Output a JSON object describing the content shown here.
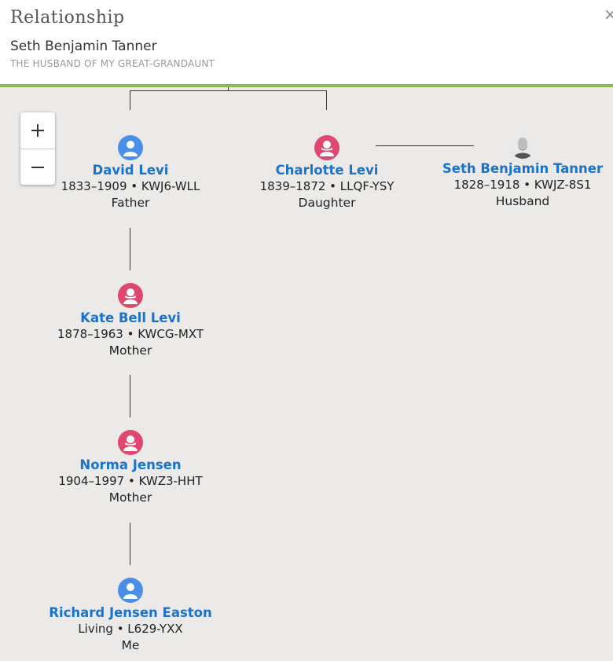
{
  "header": {
    "title": "Relationship",
    "person_name": "Seth Benjamin Tanner",
    "relationship": "THE HUSBAND OF MY GREAT-GRANDAUNT",
    "close_glyph": "×"
  },
  "zoom": {
    "in_label": "+",
    "out_label": "−"
  },
  "accent_colors": {
    "green_bar": "#8cba51",
    "male": "#4a8fe7",
    "female": "#e0476f",
    "link": "#1a73c8"
  },
  "people": {
    "david": {
      "name": "David Levi",
      "info": "1833–1909 • KWJ6-WLL",
      "role": "Father",
      "gender": "male"
    },
    "charlotte": {
      "name": "Charlotte Levi",
      "info": "1839–1872 • LLQF-YSY",
      "role": "Daughter",
      "gender": "female"
    },
    "seth": {
      "name": "Seth Benjamin Tanner",
      "info": "1828–1918 • KWJZ-8S1",
      "role": "Husband",
      "gender": "photo"
    },
    "kate": {
      "name": "Kate Bell Levi",
      "info": "1878–1963 • KWCG-MXT",
      "role": "Mother",
      "gender": "female"
    },
    "norma": {
      "name": "Norma Jensen",
      "info": "1904–1997 • KWZ3-HHT",
      "role": "Mother",
      "gender": "female"
    },
    "richard": {
      "name": "Richard Jensen Easton",
      "info": "Living • L629-YXX",
      "role": "Me",
      "gender": "male"
    }
  }
}
